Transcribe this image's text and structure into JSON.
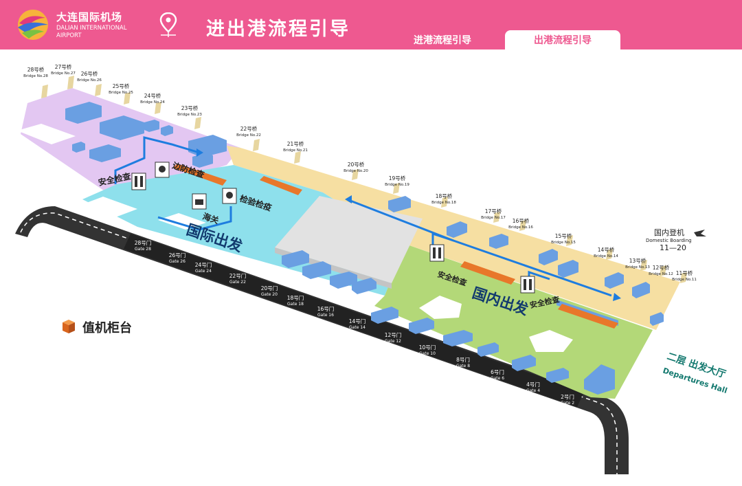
{
  "header": {
    "logo_cn": "大连国际机场",
    "logo_en_line1": "DALIAN INTERNATIONAL",
    "logo_en_line2": "AIRPORT",
    "title": "进出港流程引导"
  },
  "tabs": [
    {
      "label": "进港流程引导",
      "active": false
    },
    {
      "label": "出港流程引导",
      "active": true
    }
  ],
  "colors": {
    "header": "#ee5990",
    "intl_zone": "#8ee0ec",
    "domestic_zone": "#b3d878",
    "bridge_zone_purple": "#e3c7f2",
    "bridge_zone_tan": "#f6dfa2",
    "checkin_counter": "#e8772a",
    "flow_arrow": "#1e7ddf",
    "departures_text": "#12786e"
  },
  "bridges": [
    {
      "cn": "28号桥",
      "en": "Bridge No.28"
    },
    {
      "cn": "27号桥",
      "en": "Bridge No.27"
    },
    {
      "cn": "26号桥",
      "en": "Bridge No.26"
    },
    {
      "cn": "25号桥",
      "en": "Bridge No.25"
    },
    {
      "cn": "24号桥",
      "en": "Bridge No.24"
    },
    {
      "cn": "23号桥",
      "en": "Bridge No.23"
    },
    {
      "cn": "22号桥",
      "en": "Bridge No.22"
    },
    {
      "cn": "21号桥",
      "en": "Bridge No.21"
    },
    {
      "cn": "20号桥",
      "en": "Bridge No.20"
    },
    {
      "cn": "19号桥",
      "en": "Bridge No.19"
    },
    {
      "cn": "18号桥",
      "en": "Bridge No.18"
    },
    {
      "cn": "17号桥",
      "en": "Bridge No.17"
    },
    {
      "cn": "16号桥",
      "en": "Bridge No.16"
    },
    {
      "cn": "15号桥",
      "en": "Bridge No.15"
    },
    {
      "cn": "14号桥",
      "en": "Bridge No.14"
    },
    {
      "cn": "13号桥",
      "en": "Bridge No.13"
    },
    {
      "cn": "12号桥",
      "en": "Bridge No.12"
    },
    {
      "cn": "11号桥",
      "en": "Bridge No.11"
    }
  ],
  "gates": [
    {
      "cn": "28号门",
      "en": "Gate 28"
    },
    {
      "cn": "26号门",
      "en": "Gate 26"
    },
    {
      "cn": "24号门",
      "en": "Gate 24"
    },
    {
      "cn": "22号门",
      "en": "Gate 22"
    },
    {
      "cn": "20号门",
      "en": "Gate 20"
    },
    {
      "cn": "18号门",
      "en": "Gate 18"
    },
    {
      "cn": "16号门",
      "en": "Gate 16"
    },
    {
      "cn": "14号门",
      "en": "Gate 14"
    },
    {
      "cn": "12号门",
      "en": "Gate 12"
    },
    {
      "cn": "10号门",
      "en": "Gate 10"
    },
    {
      "cn": "8号门",
      "en": "Gate 8"
    },
    {
      "cn": "6号门",
      "en": "Gate 6"
    },
    {
      "cn": "4号门",
      "en": "Gate 4"
    },
    {
      "cn": "2号门",
      "en": "Gate 2"
    }
  ],
  "zones": {
    "international": "国际出发",
    "domestic": "国内出发"
  },
  "checkpoints": {
    "security_intl": "安全检查",
    "border": "边防检查",
    "quarantine": "检验检疫",
    "customs": "海关",
    "security_dom_1": "安全检查",
    "security_dom_2": "安全检查"
  },
  "domestic_boarding": {
    "cn": "国内登机",
    "en": "Domestic Boarding",
    "range": "11—20"
  },
  "legend": {
    "checkin": "值机柜台"
  },
  "floor_label": {
    "cn": "二层  出发大厅",
    "en": "Departures Hall"
  }
}
